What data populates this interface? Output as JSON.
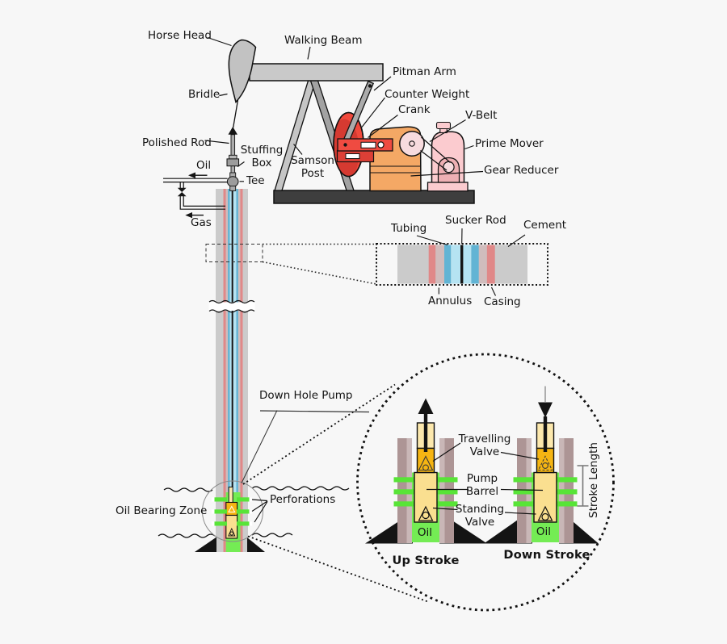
{
  "labels": {
    "pumpjack": {
      "horse_head": "Horse Head",
      "walking_beam": "Walking Beam",
      "pitman_arm": "Pitman Arm",
      "counter_weight": "Counter Weight",
      "crank": "Crank",
      "v_belt": "V-Belt",
      "prime_mover": "Prime Mover",
      "gear_reducer": "Gear Reducer",
      "samson_post": {
        "l1": "Samson",
        "l2": "Post"
      },
      "bridle": "Bridle"
    },
    "wellhead": {
      "polished_rod": "Polished Rod",
      "stuffing_box": {
        "l1": "Stuffing",
        "l2": "Box"
      },
      "oil": "Oil",
      "tee": "Tee",
      "gas": "Gas"
    },
    "cross_section": {
      "tubing": "Tubing",
      "sucker_rod": "Sucker Rod",
      "cement": "Cement",
      "annulus": "Annulus",
      "casing": "Casing"
    },
    "well": {
      "down_hole_pump": "Down Hole Pump",
      "oil_bearing_zone": "Oil Bearing Zone",
      "perforations": "Perforations"
    },
    "detail": {
      "travelling_valve": {
        "l1": "Travelling",
        "l2": "Valve"
      },
      "pump_barrel": {
        "l1": "Pump",
        "l2": "Barrel"
      },
      "standing_valve": {
        "l1": "Standing",
        "l2": "Valve"
      },
      "oil_up": "Oil",
      "oil_down": "Oil",
      "up_stroke": "Up Stroke",
      "down_stroke": "Down Stroke",
      "stroke_length": "Stroke Length"
    }
  },
  "colors": {
    "background": "#f7f7f7",
    "steel_gray": "#c9c9c9",
    "horse_head_gray": "#c2c2c2",
    "post_gray_light": "#c5c5c5",
    "post_gray_dark": "#a2a2a2",
    "pitman_gray": "#ababab",
    "base_dark": "#3e3e3e",
    "counterweight_red": "#f1493c",
    "counterweight_shadow": "#d63a31",
    "crank_red": "#ef4b41",
    "crank_red_dark": "#dd3f36",
    "gear_reducer_orange": "#f4a865",
    "prime_mover_pink": "#fbcbcf",
    "prime_mover_dark_pink": "#eeb0b4",
    "pulley_pink": "#f7dbde",
    "cement_gray": "#cbcbcb",
    "casing_red": "#e08888",
    "annulus_pink": "#d0bcbc",
    "tubing_blue": "#62b4d4",
    "tubing_light_blue": "#b5e3f2",
    "sucker_rod_black": "#141414",
    "oil_green": "#74ec54",
    "perforation_green": "#58e437",
    "pump_barrel_yellow": "#fadf90",
    "pump_rod_yellow": "#fce8ad",
    "valve_orange": "#f5b513",
    "wall_mauve": "#ad9595",
    "wall_mauve_light": "#c9b7b7",
    "rod_gray": "#ababab"
  }
}
